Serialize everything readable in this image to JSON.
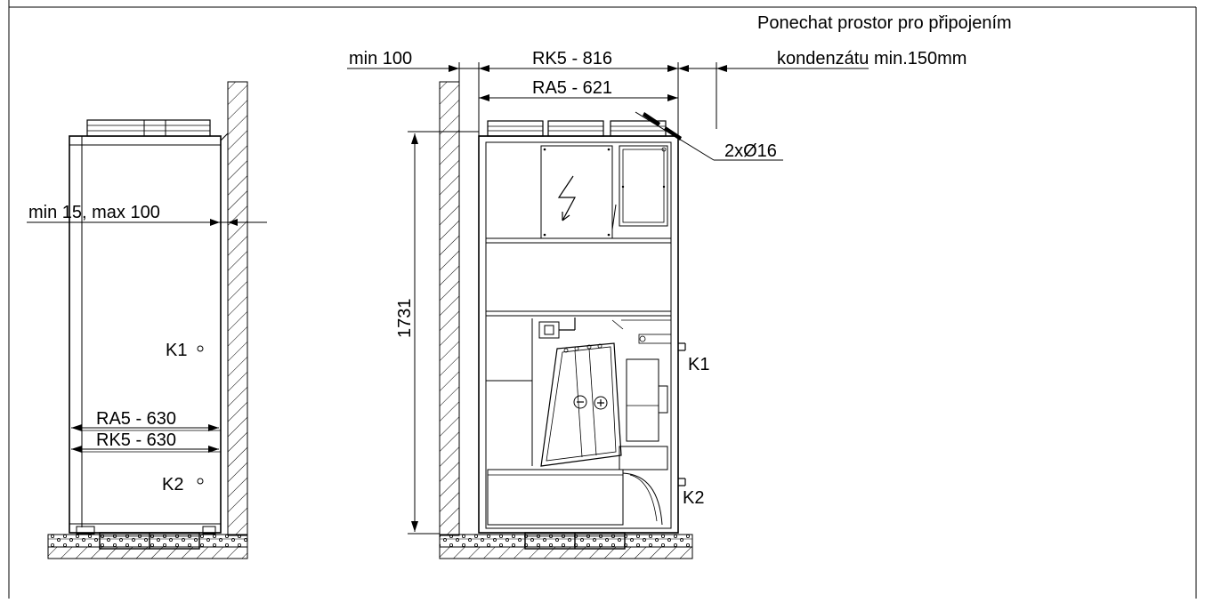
{
  "drawing": {
    "note_line_1": "Ponechat prostor pro připojením",
    "note_line_2": "kondenzátu min.150mm",
    "side_view": {
      "wall_gap_label": "min 15, max 100",
      "depth_ra5": "RA5 - 630",
      "depth_rk5": "RK5 - 630",
      "port_k1": "K1",
      "port_k2": "K2"
    },
    "front_view": {
      "wall_clearance": "min 100",
      "width_rk5": "RK5 - 816",
      "width_ra5": "RA5 - 621",
      "pipe_callout": "2xØ16",
      "height": "1731",
      "port_k1": "K1",
      "port_k2": "K2"
    }
  },
  "style": {
    "line_color": "#000000",
    "background": "#ffffff"
  }
}
